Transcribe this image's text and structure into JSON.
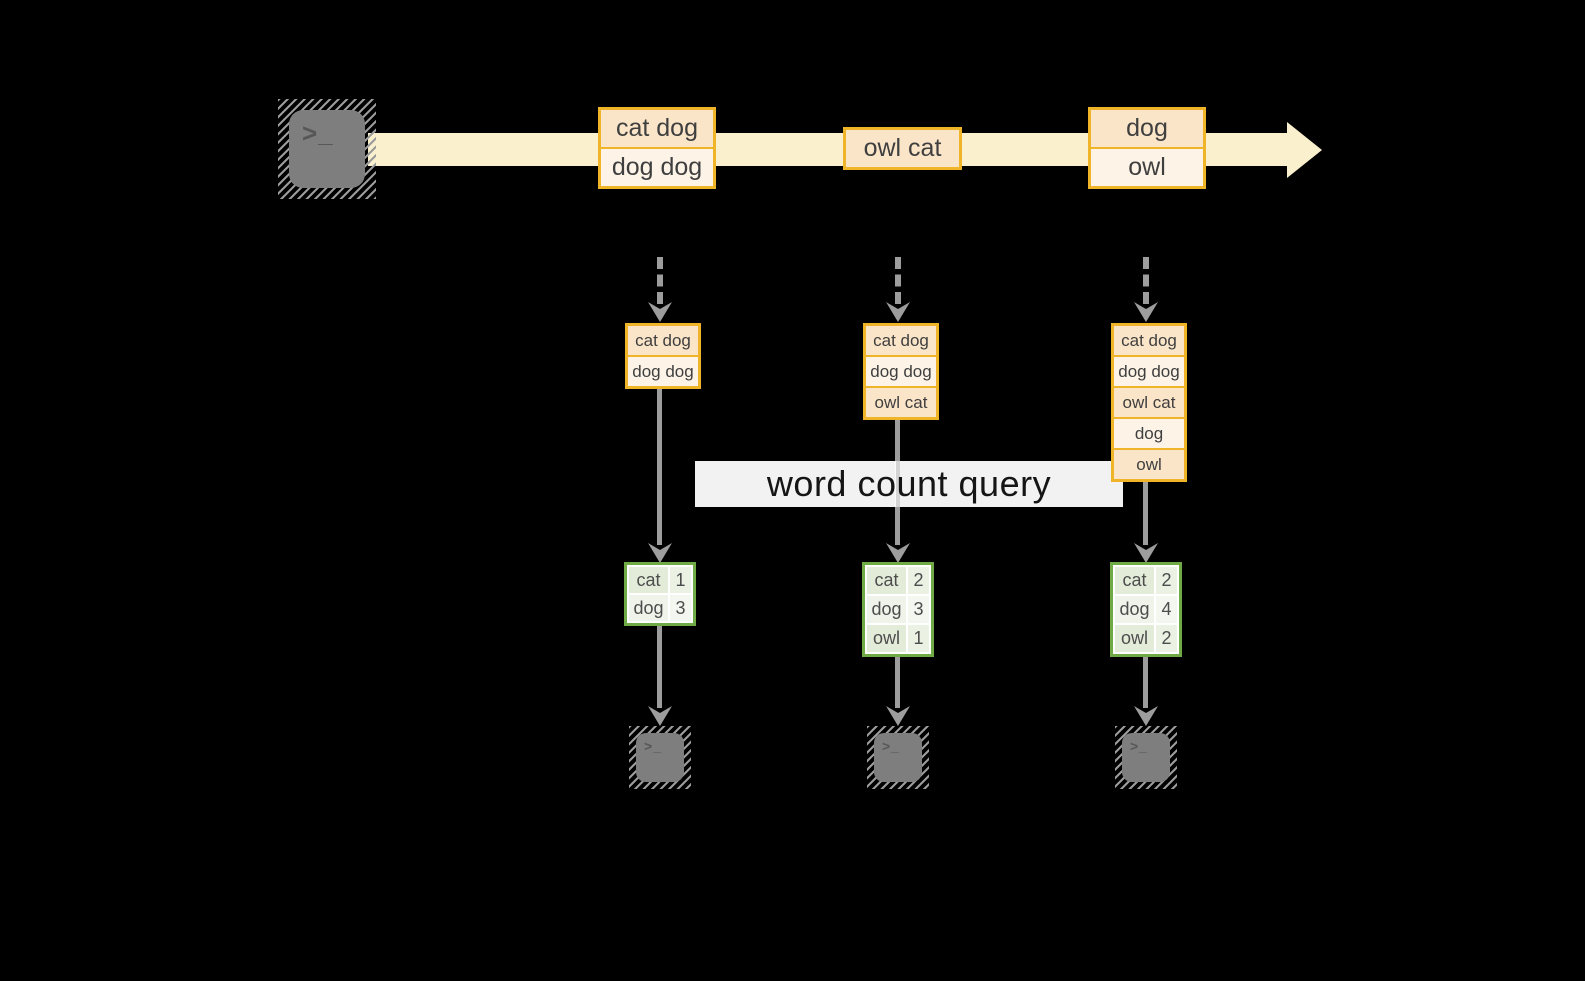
{
  "query": {
    "label": "word count query"
  },
  "terminal_prompt": ">_",
  "stream_batches": [
    {
      "rows": [
        "cat dog",
        "dog dog"
      ]
    },
    {
      "rows": [
        "owl cat"
      ]
    },
    {
      "rows": [
        "dog",
        "owl"
      ]
    }
  ],
  "accumulated_states": [
    {
      "rows": [
        "cat dog",
        "dog dog"
      ]
    },
    {
      "rows": [
        "cat dog",
        "dog dog",
        "owl cat"
      ]
    },
    {
      "rows": [
        "cat dog",
        "dog dog",
        "owl cat",
        "dog",
        "owl"
      ]
    }
  ],
  "word_counts": [
    {
      "rows": [
        {
          "word": "cat",
          "count": 1
        },
        {
          "word": "dog",
          "count": 3
        }
      ]
    },
    {
      "rows": [
        {
          "word": "cat",
          "count": 2
        },
        {
          "word": "dog",
          "count": 3
        },
        {
          "word": "owl",
          "count": 1
        }
      ]
    },
    {
      "rows": [
        {
          "word": "cat",
          "count": 2
        },
        {
          "word": "dog",
          "count": 4
        },
        {
          "word": "owl",
          "count": 2
        }
      ]
    }
  ],
  "colors": {
    "background": "#000000",
    "stream_band": "#fbf0cd",
    "box_border_orange": "#f0b428",
    "box_fill_peach": "#fae5c9",
    "box_fill_cream": "#fdf4e7",
    "table_border_green": "#6faa44",
    "table_fill_green": "#e3ecd9",
    "arrow_gray": "#9d9d9d",
    "terminal_gray": "#7e7e7e",
    "banner_white": "#ffffff"
  }
}
